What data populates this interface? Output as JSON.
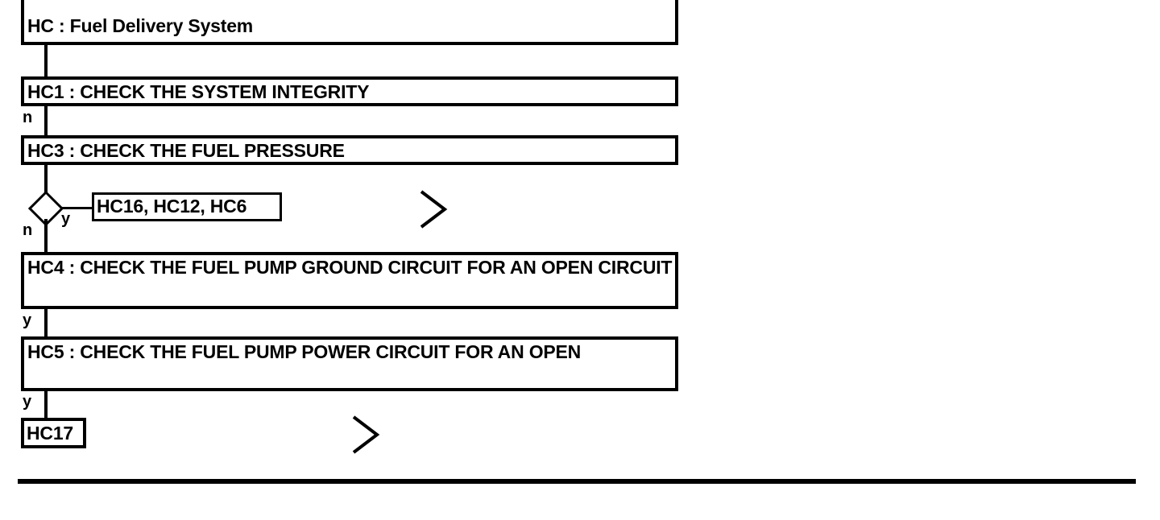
{
  "diagram": {
    "title": "HC : Fuel Delivery System",
    "type": "flowchart",
    "nodes": [
      {
        "id": "HC",
        "label": "HC : Fuel Delivery System",
        "shape": "box",
        "clipped": true
      },
      {
        "id": "HC1",
        "label": "HC1 : CHECK THE SYSTEM INTEGRITY",
        "shape": "box"
      },
      {
        "id": "HC3",
        "label": "HC3 : CHECK THE FUEL PRESSURE",
        "shape": "box"
      },
      {
        "id": "D1",
        "label": "",
        "shape": "diamond"
      },
      {
        "id": "HC16_HC12_HC6",
        "label": "HC16, HC12, HC6",
        "shape": "box"
      },
      {
        "id": "HC4",
        "label": "HC4 : CHECK THE FUEL PUMP GROUND CIRCUIT FOR AN OPEN CIRCUIT",
        "shape": "box"
      },
      {
        "id": "HC5",
        "label": "HC5 : CHECK THE FUEL PUMP POWER CIRCUIT FOR AN OPEN",
        "shape": "box"
      },
      {
        "id": "HC17",
        "label": "HC17",
        "shape": "box"
      }
    ],
    "branch_labels": {
      "hc1_to_hc3": "n",
      "diamond_no": "n",
      "diamond_yes": "y",
      "hc4_to_hc5": "y",
      "hc5_to_hc17": "y"
    },
    "markers": {
      "chevron_glyph": ">",
      "chevron_top_name": "chevron-right-icon",
      "chevron_bottom_name": "chevron-right-icon"
    },
    "colors": {
      "stroke": "#000000",
      "fill": "#ffffff",
      "text": "#000000"
    }
  }
}
